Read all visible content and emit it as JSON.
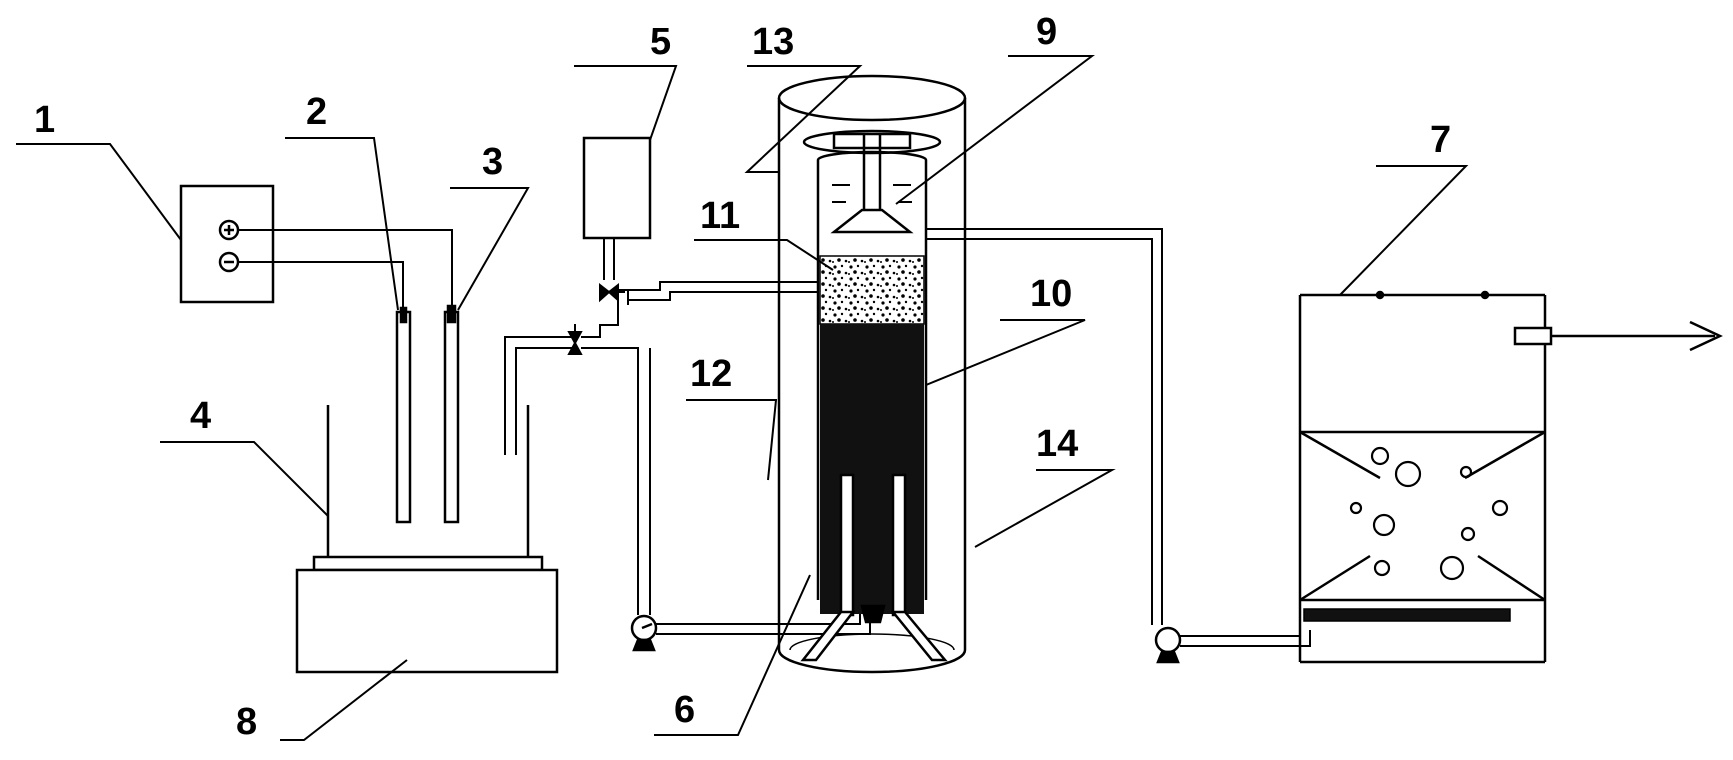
{
  "callouts": [
    {
      "id": "c1",
      "label": "1"
    },
    {
      "id": "c2",
      "label": "2"
    },
    {
      "id": "c3",
      "label": "3"
    },
    {
      "id": "c4",
      "label": "4"
    },
    {
      "id": "c5",
      "label": "5"
    },
    {
      "id": "c6",
      "label": "6"
    },
    {
      "id": "c7",
      "label": "7"
    },
    {
      "id": "c8",
      "label": "8"
    },
    {
      "id": "c9",
      "label": "9"
    },
    {
      "id": "c10",
      "label": "10"
    },
    {
      "id": "c11",
      "label": "11"
    },
    {
      "id": "c12",
      "label": "12"
    },
    {
      "id": "c13",
      "label": "13"
    },
    {
      "id": "c14",
      "label": "14"
    }
  ],
  "colors": {
    "line": "#000000",
    "background": "#ffffff",
    "packing": "#111111"
  }
}
